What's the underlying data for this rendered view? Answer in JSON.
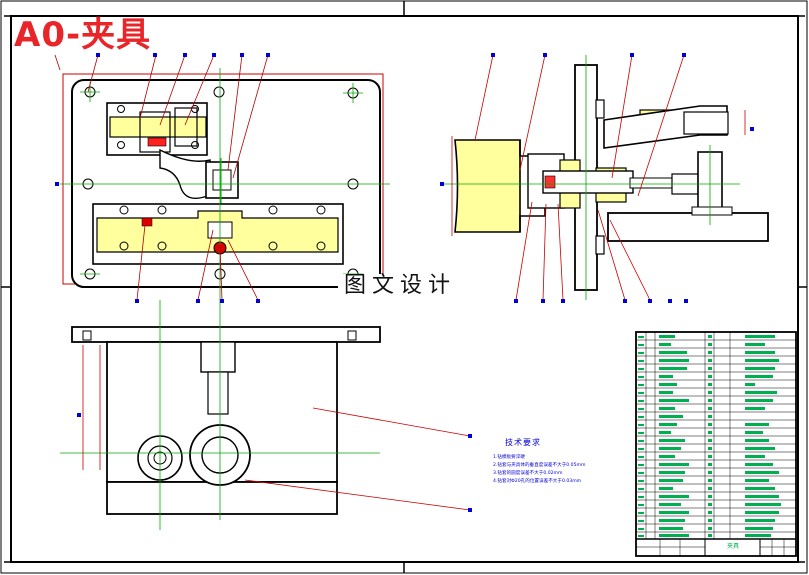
{
  "sheet": {
    "title": "A0-夹具",
    "label": "图文设计"
  },
  "technical_notes": {
    "heading": "技术要求",
    "items": [
      "1.钻模板要淬硬",
      "2.钻套与夹具体的垂直度误差不大于0.05mm",
      "3.钻套的圆度误差不大于0.02mm",
      "4.钻套对Φ20孔的位置误差不大于0.03mm"
    ]
  },
  "title_block": {
    "name": "夹具"
  },
  "colors": {
    "outline": "#000000",
    "part_fill": "#ffff9e",
    "leader": "#b40000",
    "centerline": "#00a000",
    "hidden": "#d00000",
    "balloon": "#0000d8",
    "table_text": "#00b050",
    "title": "#e8262a"
  }
}
